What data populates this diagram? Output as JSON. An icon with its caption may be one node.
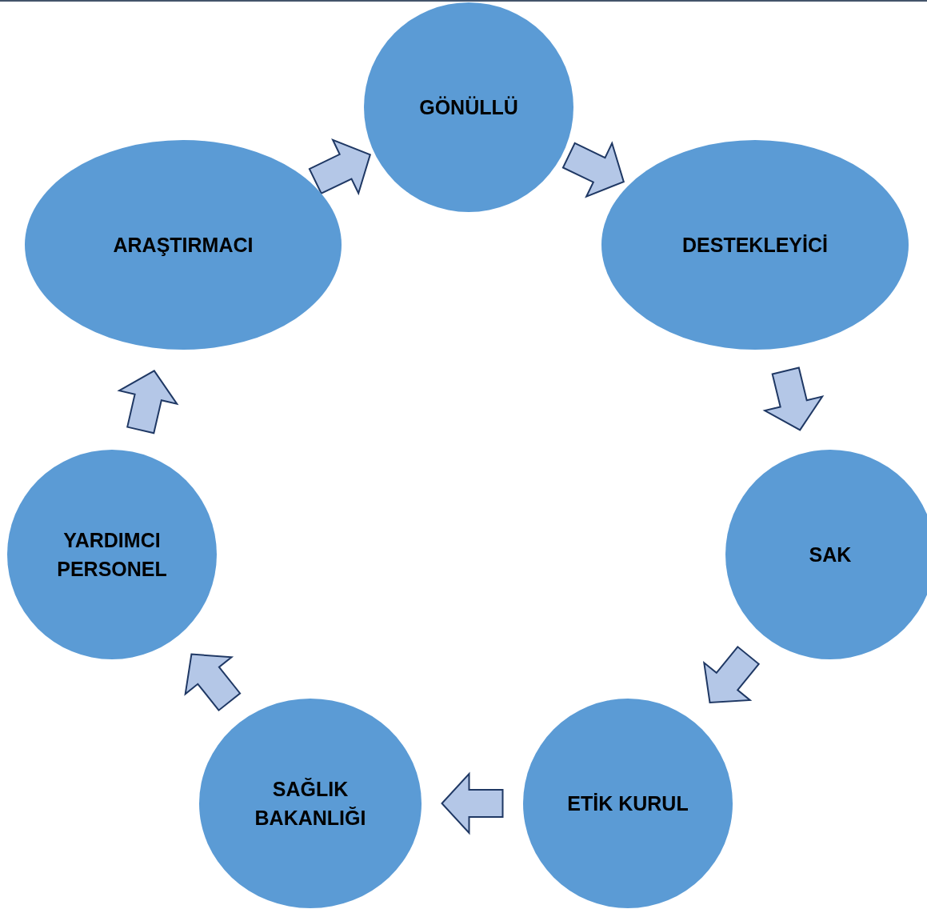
{
  "diagram": {
    "nodes": [
      {
        "text": [
          "GÖNÜLLÜ"
        ]
      },
      {
        "text": [
          "DESTEKLEYİCİ"
        ]
      },
      {
        "text": [
          "SAK"
        ]
      },
      {
        "text": [
          "ETİK KURUL"
        ]
      },
      {
        "text": [
          "SAĞLIK BAKANLIĞI"
        ]
      },
      {
        "text": [
          "YARDIMCI PERSONEL"
        ]
      },
      {
        "text": [
          "ARAŞTIRMACI"
        ]
      }
    ],
    "edges": [
      {
        "from": 6,
        "to": 0,
        "arrow": "to"
      },
      {
        "from": 0,
        "to": 1,
        "arrow": "to"
      },
      {
        "from": 1,
        "to": 2,
        "arrow": "to"
      },
      {
        "from": 2,
        "to": 3,
        "arrow": "to"
      },
      {
        "from": 3,
        "to": 4,
        "arrow": "to"
      },
      {
        "from": 4,
        "to": 5,
        "arrow": "to"
      },
      {
        "from": 5,
        "to": 6,
        "arrow": "to"
      }
    ]
  }
}
